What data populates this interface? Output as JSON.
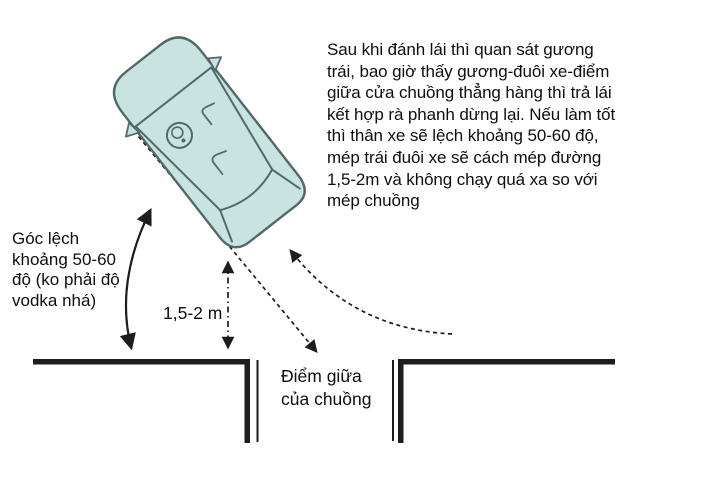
{
  "diagram_title": "parking-maneuver-instruction-diagram",
  "annotations": {
    "main_paragraph": "Sau khi đánh lái thì quan sát gương\ntrái, bao giờ thấy gương-đuôi xe-điểm\ngiữa cửa chuồng thẳng hàng thì trả lái\nkết hợp rà phanh dừng lại. Nếu làm tốt\nthì thân xe sẽ lệch khoảng 50-60 độ,\nmép trái đuôi xe sẽ cách mép đường\n1,5-2m và không chạy quá xa so với\nmép chuồng",
    "angle_label": "Góc lệch\nkhoảng 50-60\nđộ (ko phải độ\nvodka nhá)",
    "distance_label": "1,5-2 m",
    "gate_center_label": "Điểm giữa\ncủa chuồng"
  },
  "measurements": {
    "body_angle": "50-60 độ",
    "tail_to_edge_distance": "1,5-2 m"
  },
  "icons": [
    "car-top-view-icon",
    "steering-wheel-icon",
    "left-mirror-icon",
    "right-mirror-icon",
    "angle-arc-arrow-icon",
    "distance-double-arrow-icon",
    "alignment-dashed-arrow-icon",
    "reversing-path-dashed-arrow-icon"
  ],
  "colors": {
    "car_fill": "#c7e4e0",
    "car_stroke": "#54686b",
    "line": "#1d1d1d",
    "text": "#0e0e0e",
    "bg": "#ffffff"
  }
}
